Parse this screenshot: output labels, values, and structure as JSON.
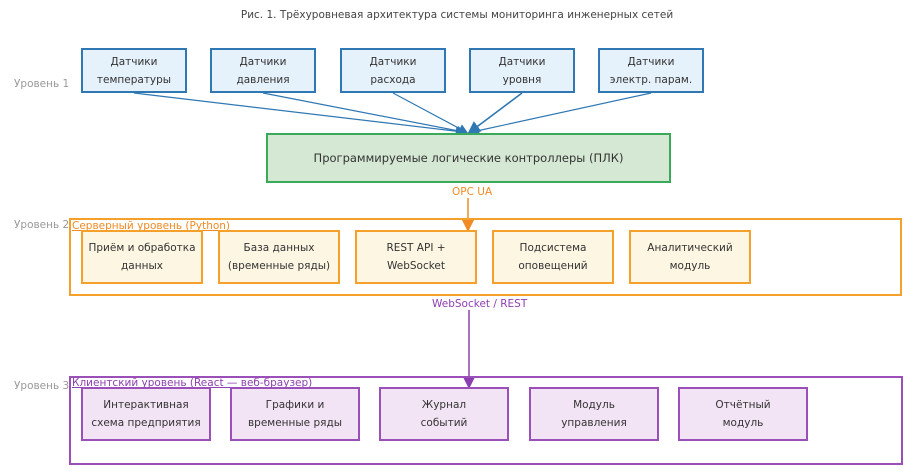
{
  "title": "Рис. 1. Трёхуровневая архитектура системы мониторинга инженерных сетей",
  "colors": {
    "sensor_border": "#2f78b3",
    "sensor_fill": "#e6f2fb",
    "plc_border": "#3aaa5a",
    "plc_fill": "#d5e8d4",
    "server_accent": "#f5a02a",
    "server_fill": "#fdf6e3",
    "client_accent": "#9a50b8",
    "client_fill": "#f3e4f5"
  },
  "levels": {
    "level1": {
      "label": "Уровень 1"
    },
    "level2": {
      "label": "Уровень 2",
      "frame_title": "Серверный уровень (Python)"
    },
    "level3": {
      "label": "Уровень 3",
      "frame_title": "Клиентский уровень (React — веб-браузер)"
    }
  },
  "sensors": [
    {
      "line1": "Датчики",
      "line2": "температуры"
    },
    {
      "line1": "Датчики",
      "line2": "давления"
    },
    {
      "line1": "Датчики",
      "line2": "расхода"
    },
    {
      "line1": "Датчики",
      "line2": "уровня"
    },
    {
      "line1": "Датчики",
      "line2": "электр. парам."
    }
  ],
  "plc": {
    "label": "Программируемые логические контроллеры (ПЛК)"
  },
  "protocols": {
    "plc_to_server": "OPC UA",
    "server_to_client": "WebSocket / REST"
  },
  "server_modules": [
    {
      "line1": "Приём и обработка",
      "line2": "данных"
    },
    {
      "line1": "База данных",
      "line2": "(временные ряды)"
    },
    {
      "line1": "REST API +",
      "line2": "WebSocket"
    },
    {
      "line1": "Подсистема",
      "line2": "оповещений"
    },
    {
      "line1": "Аналитический",
      "line2": "модуль"
    }
  ],
  "client_modules": [
    {
      "line1": "Интерактивная",
      "line2": "схема предприятия"
    },
    {
      "line1": "Графики и",
      "line2": "временные ряды"
    },
    {
      "line1": "Журнал",
      "line2": "событий"
    },
    {
      "line1": "Модуль",
      "line2": "управления"
    },
    {
      "line1": "Отчётный",
      "line2": "модуль"
    }
  ]
}
